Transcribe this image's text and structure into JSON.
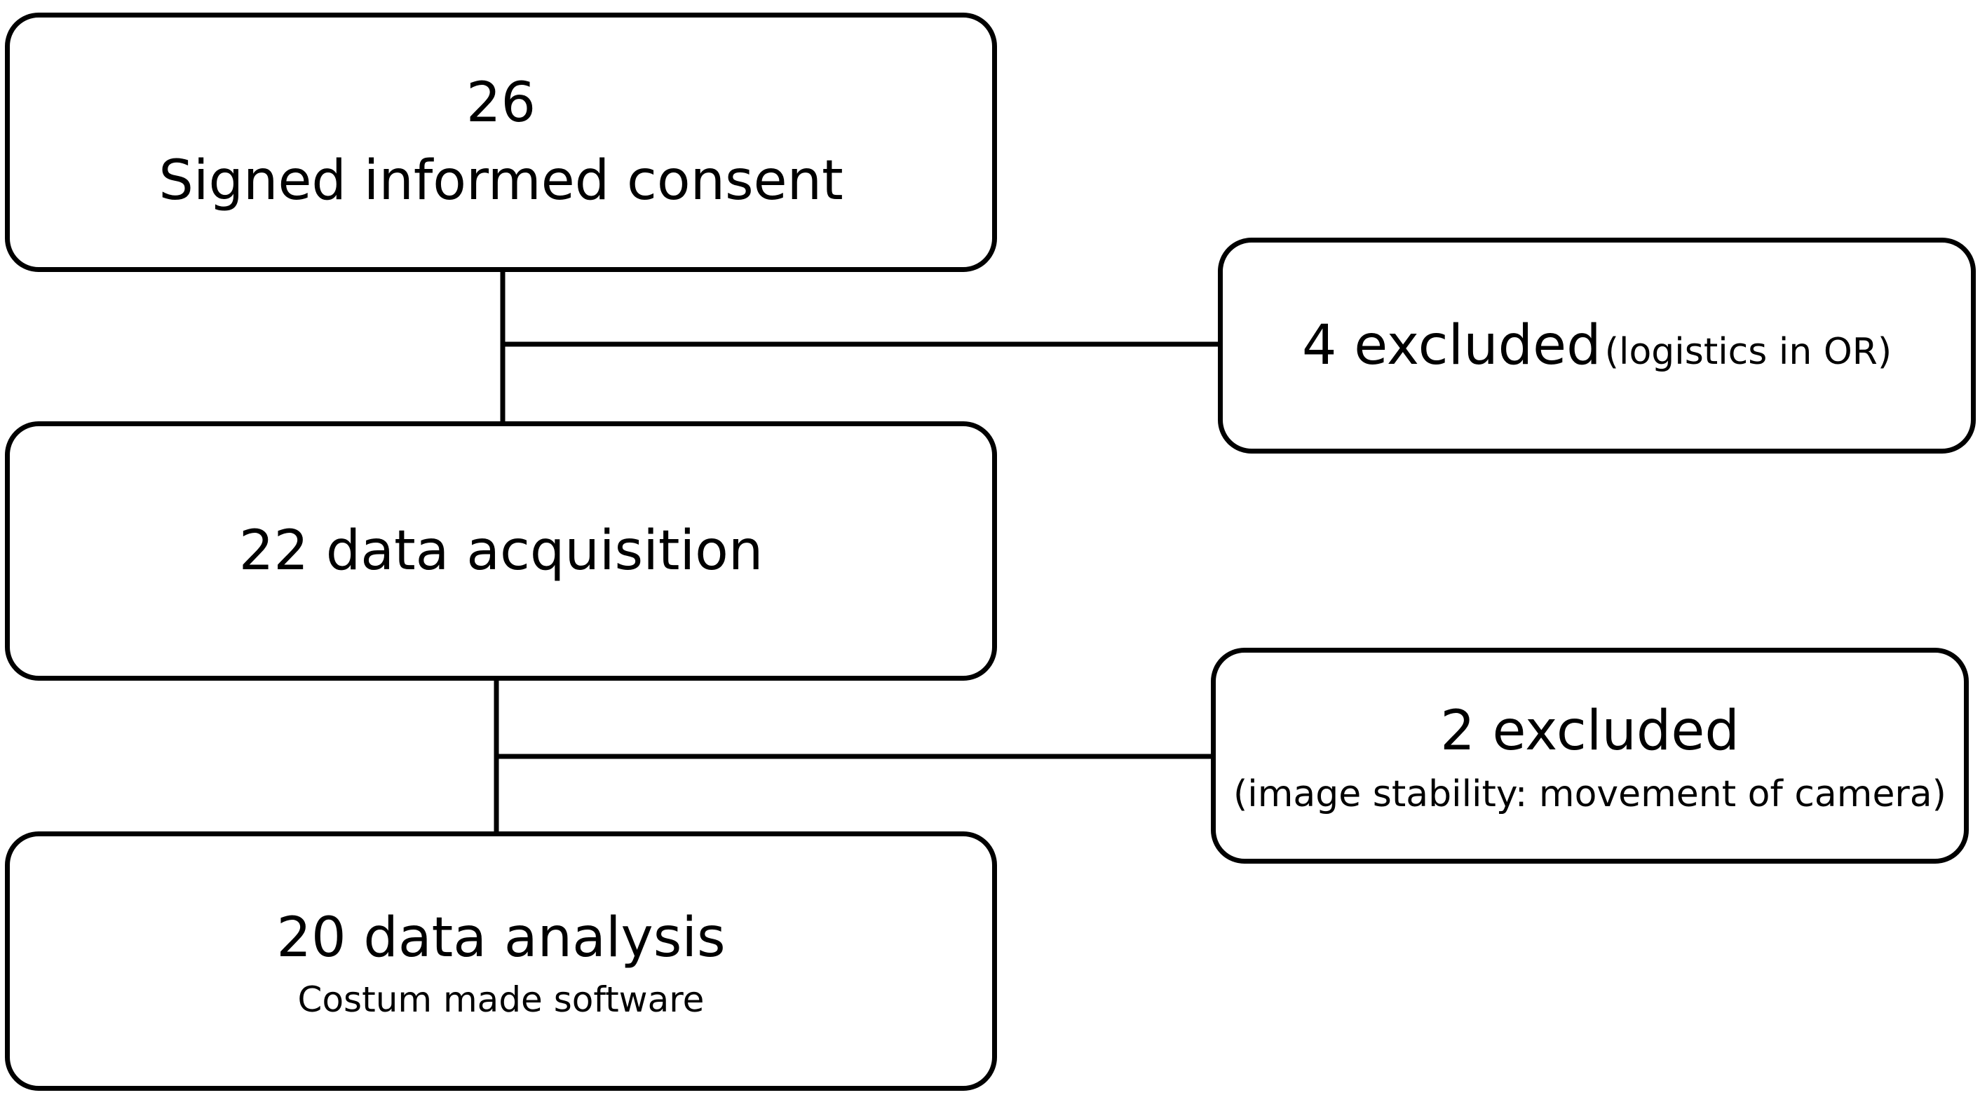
{
  "flowchart": {
    "nodes": {
      "consent": {
        "count": "26",
        "label": "Signed informed consent"
      },
      "acquisition": {
        "label": "22 data acquisition"
      },
      "analysis": {
        "label": "20 data analysis",
        "sublabel": "Costum made software"
      },
      "excluded_1": {
        "label": "4 excluded",
        "note": "(logistics in OR)"
      },
      "excluded_2": {
        "label": "2 excluded",
        "note": "(image stability: movement of camera)"
      }
    },
    "edges": [
      {
        "from": "consent",
        "to": "acquisition",
        "branch": "excluded_1"
      },
      {
        "from": "acquisition",
        "to": "analysis",
        "branch": "excluded_2"
      }
    ],
    "colors": {
      "stroke": "#000000",
      "fill": "#ffffff",
      "text": "#000000"
    }
  }
}
